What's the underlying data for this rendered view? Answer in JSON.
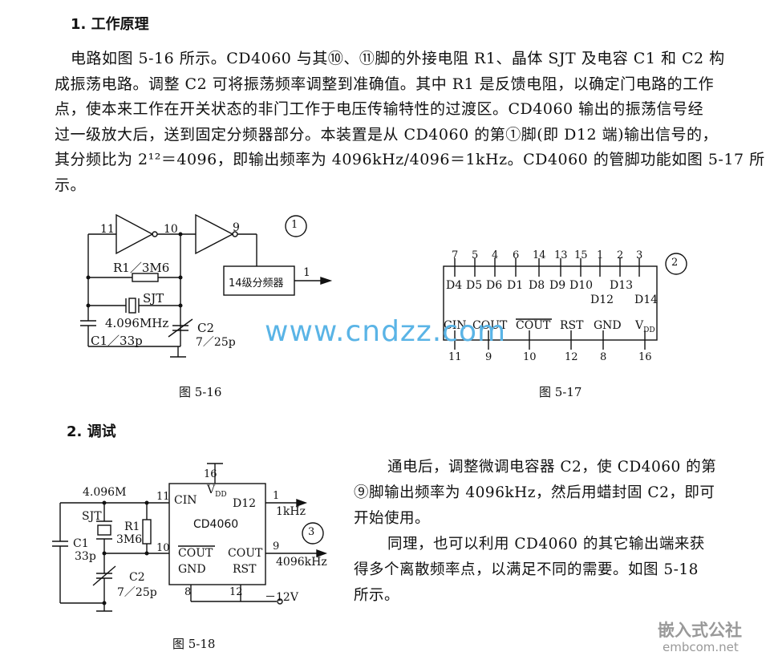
{
  "section1": {
    "heading": "1. 工作原理",
    "lines": [
      "电路如图 5-16 所示。CD4060 与其⑩、⑪脚的外接电阻 R1、晶体 SJT 及电容 C1 和 C2 构",
      "成振荡电路。调整 C2 可将振荡频率调整到准确值。其中 R1 是反馈电阻，以确定门电路的工作",
      "点，使本来工作在开关状态的非门工作于电压传输特性的过渡区。CD4060 输出的振荡信号经",
      "过一级放大后，送到固定分频器部分。本装置是从 CD4060 的第①脚(即 D12 端)输出信号的，",
      "其分频比为 2¹²＝4096，即输出频率为 4096kHz/4096＝1kHz。CD4060 的管脚功能如图 5-17 所",
      "示。"
    ]
  },
  "fig516": {
    "caption": "图 5-16",
    "circle": "1",
    "pin11": "11",
    "pin10": "10",
    "pin9": "9",
    "pin1": "1",
    "r1": "R1／3M6",
    "sjt": "SJT",
    "freq": "4.096MHz",
    "c1": "C1／33p",
    "c2": "C2",
    "c2val": "7／25p",
    "divider": "14级分频器"
  },
  "fig517": {
    "caption": "图 5-17",
    "circle": "2",
    "top_pins": [
      "7",
      "5",
      "4",
      "6",
      "14",
      "13",
      "15",
      "1",
      "2",
      "3"
    ],
    "top_labels": [
      "D4",
      "D5",
      "D6",
      "D1",
      "D8",
      "D9",
      "D10",
      "D13"
    ],
    "low_labels": [
      "D12",
      "D14"
    ],
    "bottom_labels": [
      "CIN",
      "COUT",
      "COUT",
      "RST",
      "GND",
      "V"
    ],
    "vdd_sub": "DD",
    "bottom_pins": [
      "11",
      "9",
      "10",
      "12",
      "8",
      "16"
    ]
  },
  "section2": {
    "heading": "2. 调试",
    "lines": [
      "通电后，调整微调电容器 C2，使 CD4060 的第",
      "⑨脚输出频率为 4096kHz，然后用蜡封固 C2，即可",
      "开始使用。",
      "同理，也可以利用 CD4060 的其它输出端来获",
      "得多个离散频率点，以满足不同的需要。如图 5-18",
      "所示。"
    ]
  },
  "fig518": {
    "caption": "图 5-18",
    "circle": "3",
    "chip": "CD4060",
    "pin16": "16",
    "vdd": "V",
    "vdd_sub": "DD",
    "cin": "CIN",
    "pin11": "11",
    "d12": "D12",
    "pin1": "1",
    "out1": "1kHz",
    "cout_bar": "COUT",
    "pin10": "10",
    "cout": "COUT",
    "pin9": "9",
    "out2": "4096kHz",
    "gnd": "GND",
    "rst": "RST",
    "pin8": "8",
    "pin12": "12",
    "vneg": "－12V",
    "xtal": "4.096M",
    "sjt": "SJT",
    "r1": "R1",
    "r1val": "3M6",
    "c1": "C1",
    "c1val": "33p",
    "c2": "C2",
    "c2val": "7／25p"
  },
  "watermark": "www.cndzz.com",
  "brand": {
    "name": "嵌入式公社",
    "url": "embcom.net"
  }
}
